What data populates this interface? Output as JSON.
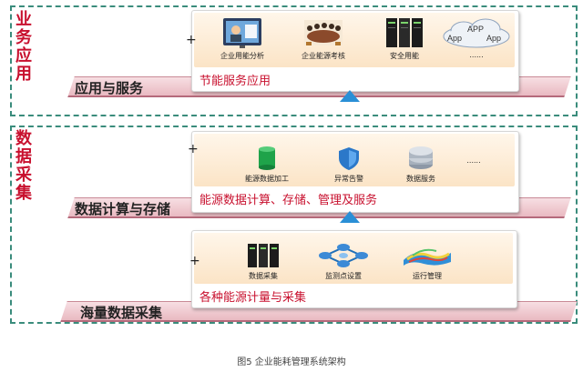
{
  "sections": [
    {
      "label_chars": [
        "业",
        "务",
        "应",
        "用"
      ]
    },
    {
      "label_chars": [
        "数",
        "据",
        "采",
        "集"
      ]
    }
  ],
  "layers": {
    "application": {
      "band_label": "应用与服务",
      "panel_title": "节能服务应用",
      "items": [
        {
          "label": "企业用能分析",
          "icon": "video-conference-icon"
        },
        {
          "label": "企业能源考核",
          "icon": "meeting-room-icon"
        },
        {
          "label": "安全用能",
          "icon": "server-rack-icon"
        },
        {
          "label": "......",
          "icon": "app-cloud-icon"
        }
      ],
      "cloud_apps": [
        "App",
        "APP",
        "App"
      ]
    },
    "compute": {
      "band_label": "数据计算与存储",
      "panel_title": "能源数据计算、存储、管理及服务",
      "items": [
        {
          "label": "能源数据加工",
          "icon": "database-cylinder-icon"
        },
        {
          "label": "异常告警",
          "icon": "shield-icon"
        },
        {
          "label": "数据服务",
          "icon": "database-stack-icon"
        },
        {
          "label": "......",
          "icon": ""
        }
      ]
    },
    "collection": {
      "band_label": "海量数据采集",
      "panel_title": "各种能源计量与采集",
      "items": [
        {
          "label": "数据采集",
          "icon": "server-rack-icon"
        },
        {
          "label": "监测点设置",
          "icon": "network-nodes-icon"
        },
        {
          "label": "运行管理",
          "icon": "3d-chart-icon"
        }
      ]
    }
  },
  "plus_sign": "+",
  "caption": "图5 企业能耗管理系统架构",
  "colors": {
    "section_border": "#3a8c7c",
    "section_label": "#c8102e",
    "panel_title": "#c8102e",
    "arrow": "#2a8fd6"
  }
}
